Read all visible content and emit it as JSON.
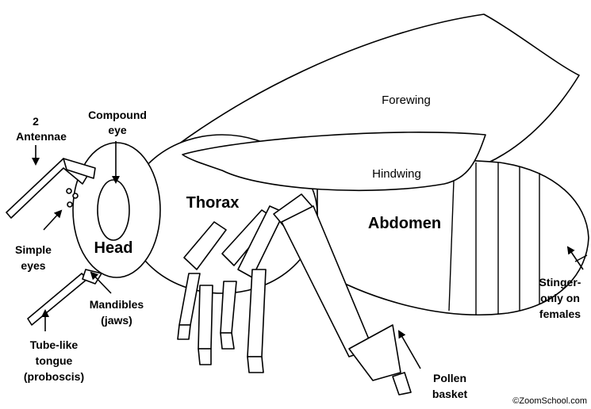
{
  "labels": {
    "antennae_1": "2",
    "antennae_2": "Antennae",
    "compound_eye_1": "Compound",
    "compound_eye_2": "eye",
    "forewing": "Forewing",
    "hindwing": "Hindwing",
    "thorax": "Thorax",
    "abdomen": "Abdomen",
    "head": "Head",
    "simple_eyes_1": "Simple",
    "simple_eyes_2": "eyes",
    "mandibles_1": "Mandibles",
    "mandibles_2": "(jaws)",
    "tongue_1": "Tube-like",
    "tongue_2": "tongue",
    "tongue_3": "(proboscis)",
    "stinger_1": "Stinger-",
    "stinger_2": "only on",
    "stinger_3": "females",
    "pollen_1": "Pollen",
    "pollen_2": "basket",
    "copyright": "©ZoomSchool.com"
  }
}
